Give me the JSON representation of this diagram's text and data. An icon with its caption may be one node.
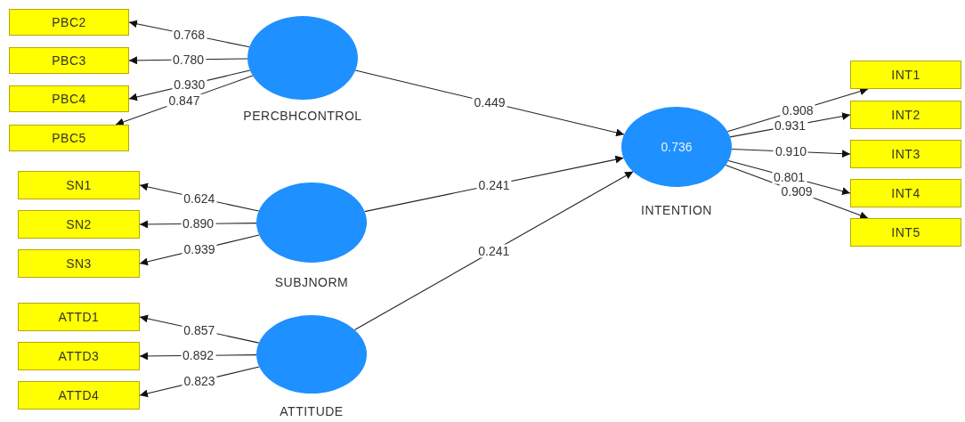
{
  "diagram": {
    "nodes": [
      {
        "text": [
          "PBC2"
        ]
      },
      {
        "text": [
          "PBC3"
        ]
      },
      {
        "text": [
          "PBC4"
        ]
      },
      {
        "text": [
          "PBC5"
        ]
      },
      {
        "text": [
          "PERCBHCONTROL"
        ]
      },
      {
        "text": [
          "SN1"
        ]
      },
      {
        "text": [
          "SN2"
        ]
      },
      {
        "text": [
          "SN3"
        ]
      },
      {
        "text": [
          "SUBJNORM"
        ]
      },
      {
        "text": [
          "ATTD1"
        ]
      },
      {
        "text": [
          "ATTD3"
        ]
      },
      {
        "text": [
          "ATTD4"
        ]
      },
      {
        "text": [
          "ATTITUDE"
        ]
      },
      {
        "text": [
          "0.736",
          "INTENTION"
        ]
      },
      {
        "text": [
          "INT1"
        ]
      },
      {
        "text": [
          "INT2"
        ]
      },
      {
        "text": [
          "INT3"
        ]
      },
      {
        "text": [
          "INT4"
        ]
      },
      {
        "text": [
          "INT5"
        ]
      }
    ],
    "edges": [
      {
        "from": 4,
        "to": 0,
        "arrow": "to",
        "label": "0.768"
      },
      {
        "from": 4,
        "to": 1,
        "arrow": "to",
        "label": "0.780"
      },
      {
        "from": 4,
        "to": 2,
        "arrow": "to",
        "label": "0.930"
      },
      {
        "from": 4,
        "to": 3,
        "arrow": "to",
        "label": "0.847"
      },
      {
        "from": 8,
        "to": 5,
        "arrow": "to",
        "label": "0.624"
      },
      {
        "from": 8,
        "to": 6,
        "arrow": "to",
        "label": "0.890"
      },
      {
        "from": 8,
        "to": 7,
        "arrow": "to",
        "label": "0.939"
      },
      {
        "from": 12,
        "to": 9,
        "arrow": "to",
        "label": "0.857"
      },
      {
        "from": 12,
        "to": 10,
        "arrow": "to",
        "label": "0.892"
      },
      {
        "from": 12,
        "to": 11,
        "arrow": "to",
        "label": "0.823"
      },
      {
        "from": 4,
        "to": 13,
        "arrow": "to",
        "label": "0.449"
      },
      {
        "from": 8,
        "to": 13,
        "arrow": "to",
        "label": "0.241"
      },
      {
        "from": 12,
        "to": 13,
        "arrow": "to",
        "label": "0.241"
      },
      {
        "from": 13,
        "to": 14,
        "arrow": "to",
        "label": "0.908"
      },
      {
        "from": 13,
        "to": 15,
        "arrow": "to",
        "label": "0.931"
      },
      {
        "from": 13,
        "to": 16,
        "arrow": "to",
        "label": "0.910"
      },
      {
        "from": 13,
        "to": 17,
        "arrow": "to",
        "label": "0.801"
      },
      {
        "from": 13,
        "to": 18,
        "arrow": "to",
        "label": "0.909"
      }
    ]
  }
}
